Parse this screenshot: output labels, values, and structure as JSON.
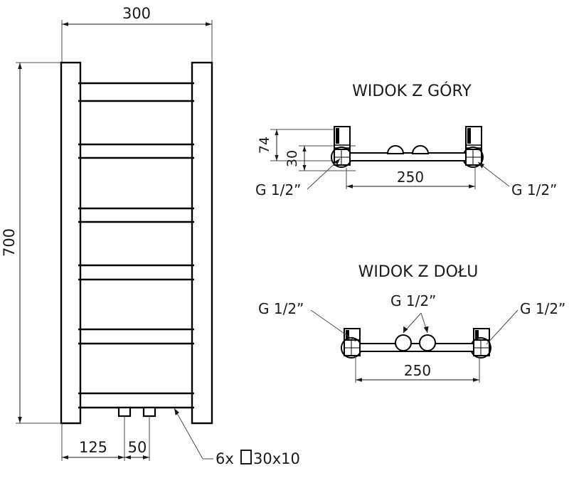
{
  "drawing": {
    "title_front": "",
    "views": {
      "front": {
        "name": "front-elevation",
        "dim_width": "300",
        "dim_height": "700",
        "dim_offset_left": "125",
        "dim_spacing": "50",
        "note_connectors": "6x",
        "note_profile": "30x10",
        "profile_symbol": "rectangle-symbol"
      },
      "top": {
        "label": "WIDOK Z GÓRY",
        "dim_depth": "74",
        "dim_inner": "30",
        "dim_center": "250",
        "thread_left": "G 1/2”",
        "thread_right": "G 1/2”"
      },
      "bottom": {
        "label": "WIDOK Z DOŁU",
        "dim_center": "250",
        "thread_left": "G 1/2”",
        "thread_center": "G 1/2”",
        "thread_right": "G 1/2”"
      }
    }
  },
  "colors": {
    "line": "#000000",
    "thin": "#4a4a4a",
    "text": "#1a1a1a",
    "background": "#ffffff"
  }
}
